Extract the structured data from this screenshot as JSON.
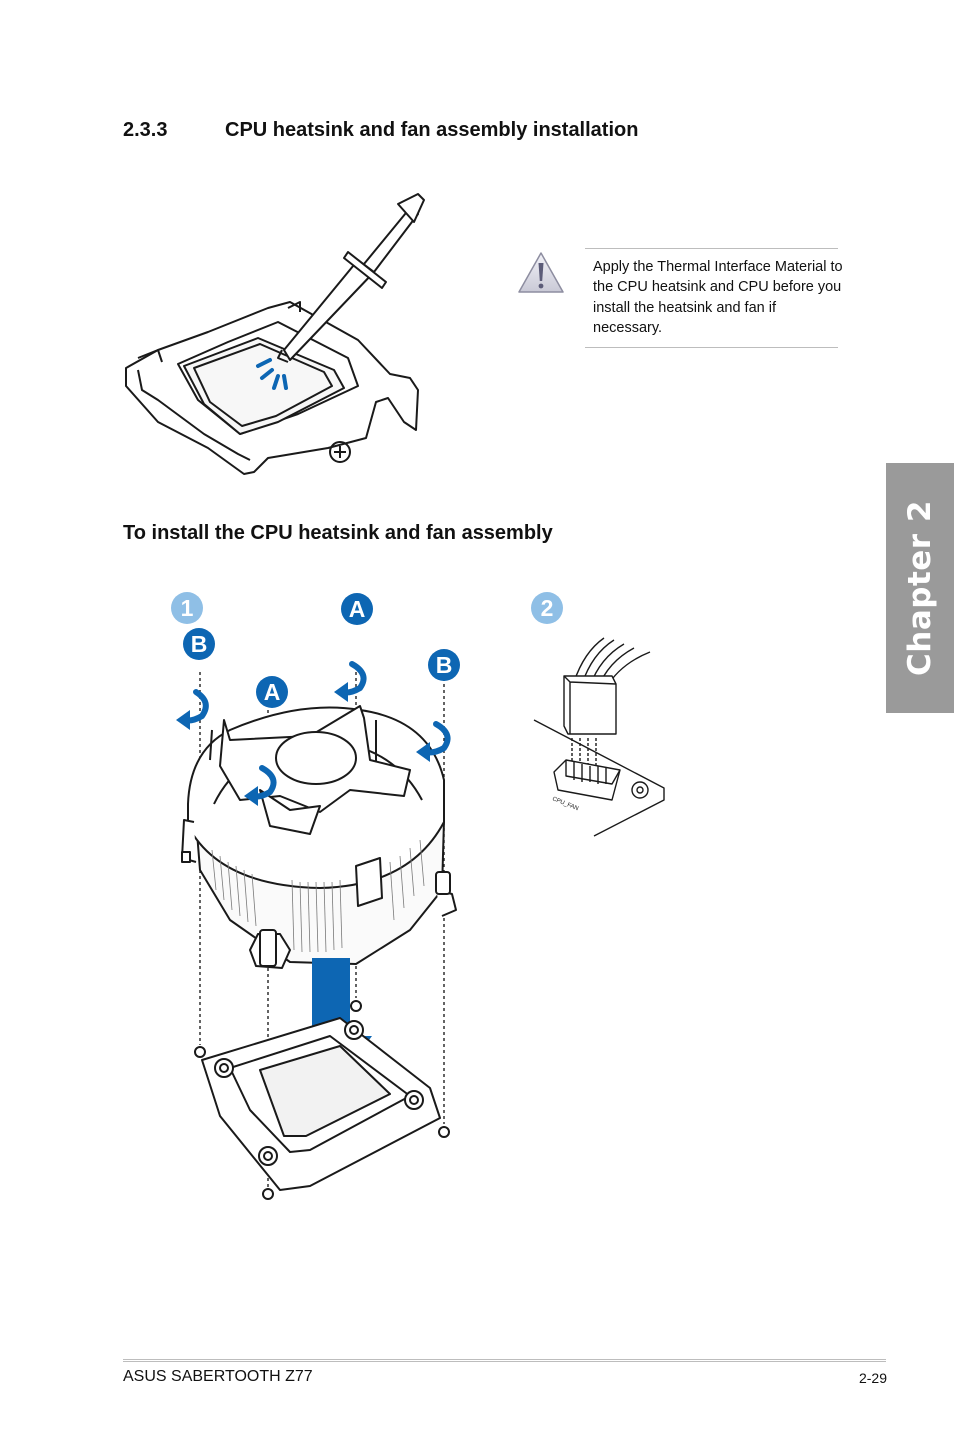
{
  "section": {
    "number": "2.3.3",
    "title": "CPU heatsink and fan assembly installation"
  },
  "note": {
    "icon": "warning-triangle-icon",
    "text": "Apply the Thermal Interface Material to the CPU heatsink and CPU before you install the heatsink and fan if necessary."
  },
  "subheading": "To install the CPU heatsink and fan assembly",
  "figure": {
    "step_numbers": [
      "1",
      "2"
    ],
    "callouts": [
      "A",
      "B",
      "A",
      "B"
    ],
    "header_label": "CPU_FAN",
    "accent_dark": "#0d66b3",
    "accent_light": "#8fbfe6"
  },
  "side_tab": {
    "label": "Chapter 2",
    "color": "#9a9a9a"
  },
  "footer": {
    "product": "ASUS SABERTOOTH Z77",
    "page": "2-29"
  }
}
